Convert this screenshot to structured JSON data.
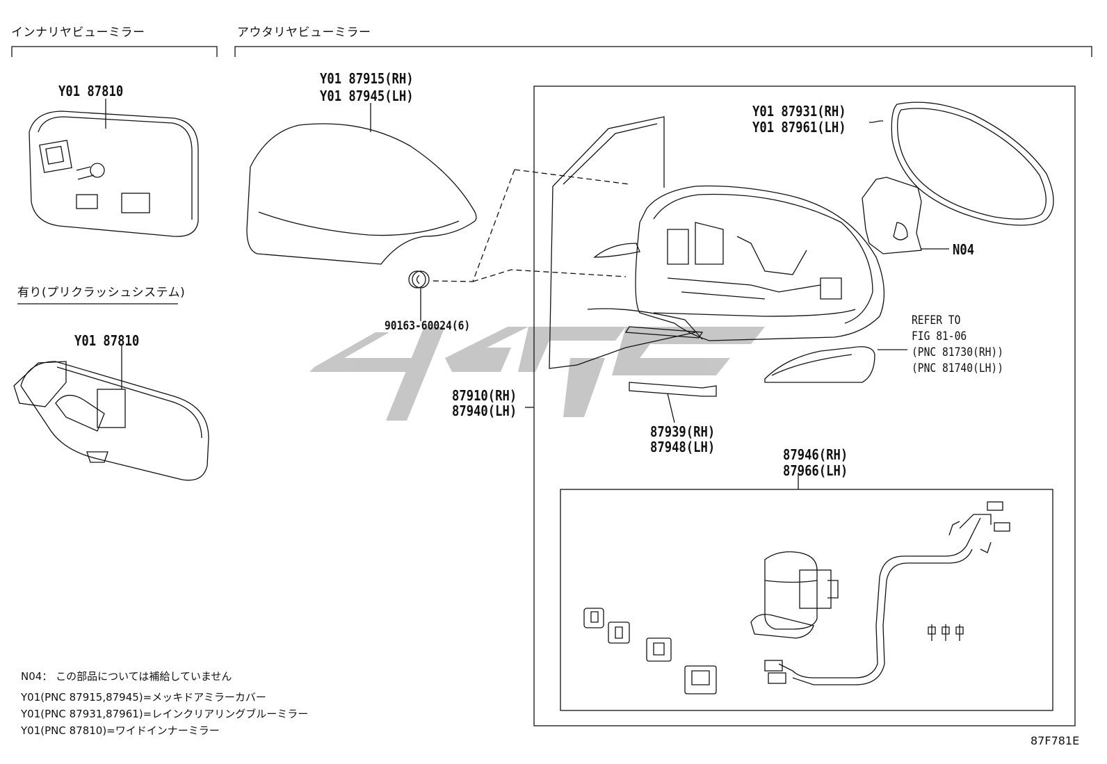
{
  "sections": {
    "inner_mirror": "インナリヤビューミラー",
    "outer_mirror": "アウタリヤビューミラー",
    "precrash_option": "有り(プリクラッシュシステム)"
  },
  "callouts": {
    "inner_mirror_top": "Y01 87810",
    "inner_mirror_precrash": "Y01 87810",
    "cover_rh": "Y01 87915(RH)",
    "cover_lh": "Y01 87945(LH)",
    "clip": "90163-60024(6)",
    "mirror_assy_rh": "87910(RH)",
    "mirror_assy_lh": "87940(LH)",
    "mirror_glass_rh": "Y01 87931(RH)",
    "mirror_glass_lh": "Y01 87961(LH)",
    "holder": "N04",
    "refer_1": "REFER TO",
    "refer_2": "FIG 81-06",
    "refer_3": "(PNC 81730(RH))",
    "refer_4": "(PNC 81740(LH))",
    "garnish_rh": "87939(RH)",
    "garnish_lh": "87948(LH)",
    "motor_rh": "87946(RH)",
    "motor_lh": "87966(LH)"
  },
  "notes": {
    "n04": "N04： この部品については補給していません",
    "y01_cover": "Y01(PNC 87915,87945)=メッキドアミラーカバー",
    "y01_glass": "Y01(PNC 87931,87961)=レインクリアリングブルーミラー",
    "y01_inner": "Y01(PNC 87810)=ワイドインナーミラー"
  },
  "figure_code": "87F781E",
  "colors": {
    "line": "#111111",
    "watermark": "#b9b9b9"
  }
}
